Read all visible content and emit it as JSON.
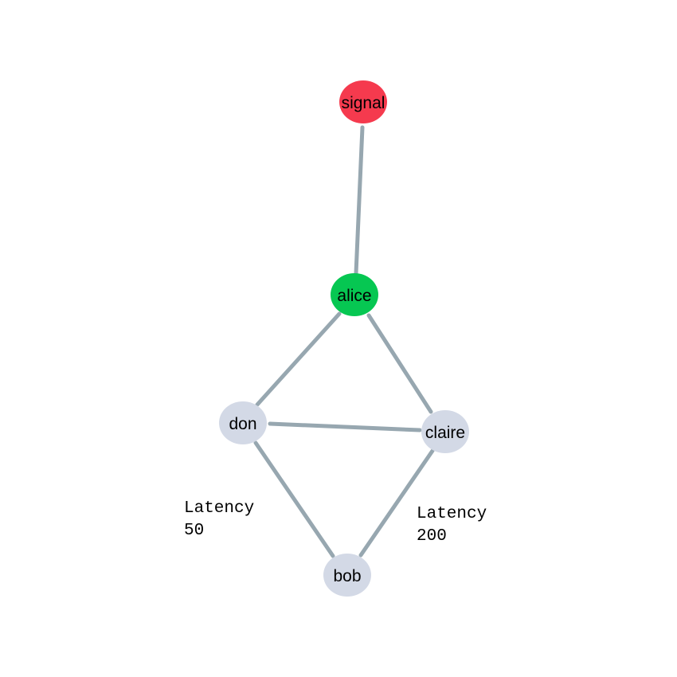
{
  "colors": {
    "edge": "#97a7b0",
    "node_default": "#d3d9e6",
    "node_signal": "#f53a4e",
    "node_alice": "#06c752"
  },
  "nodes": [
    {
      "id": "signal",
      "label": "signal",
      "color": "#f53a4e"
    },
    {
      "id": "alice",
      "label": "alice",
      "color": "#06c752"
    },
    {
      "id": "don",
      "label": "don",
      "color": "#d3d9e6"
    },
    {
      "id": "claire",
      "label": "claire",
      "color": "#d3d9e6"
    },
    {
      "id": "bob",
      "label": "bob",
      "color": "#d3d9e6"
    }
  ],
  "edges": [
    {
      "from": "signal",
      "to": "alice"
    },
    {
      "from": "alice",
      "to": "don"
    },
    {
      "from": "alice",
      "to": "claire"
    },
    {
      "from": "don",
      "to": "claire"
    },
    {
      "from": "don",
      "to": "bob"
    },
    {
      "from": "claire",
      "to": "bob"
    }
  ],
  "edge_labels": [
    {
      "edge": "don-bob",
      "line1": "Latency",
      "line2": "50"
    },
    {
      "edge": "claire-bob",
      "line1": "Latency",
      "line2": "200"
    }
  ]
}
